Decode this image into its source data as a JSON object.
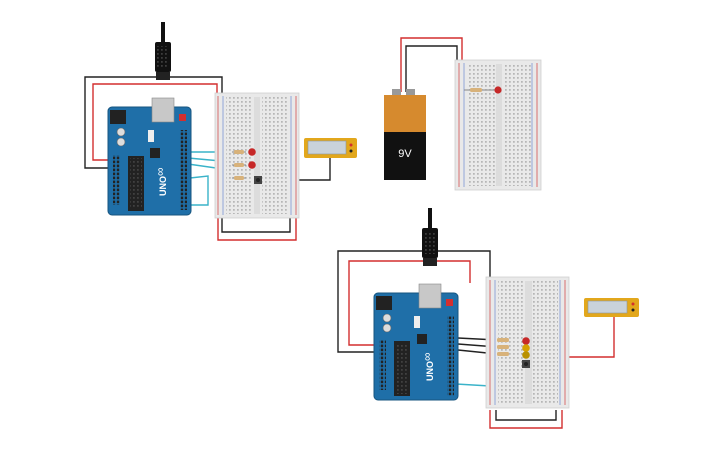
{
  "colors": {
    "arduino_board": "#1f6fa8",
    "arduino_dark": "#17557f",
    "breadboard": "#e9e9e9",
    "breadboard_rail_red": "#d23a3a",
    "breadboard_rail_blue": "#3a62c8",
    "wire_red": "#d32f2f",
    "wire_black": "#222222",
    "wire_teal": "#3ab3c9",
    "led_red": "#c62828",
    "led_yellow": "#d6a000",
    "battery_top": "#d68a2e",
    "battery_body": "#111111",
    "lcd_frame": "#e2a71c",
    "lcd_screen": "#c9d2da",
    "usb_cable": "#111111"
  },
  "icons": {
    "arduino_logo": "infinity-icon",
    "usb_plug": "usb-plug-icon"
  },
  "circuits": [
    {
      "id": "circuit-1",
      "arduino": {
        "brand": "UNO",
        "logo_text": "∞"
      },
      "components": [
        "breadboard",
        "led-red",
        "led-red",
        "resistor",
        "resistor",
        "pushbutton",
        "lcd-display"
      ]
    },
    {
      "id": "circuit-2",
      "battery": {
        "label": "9V"
      },
      "components": [
        "breadboard",
        "resistor",
        "led-red"
      ]
    },
    {
      "id": "circuit-3",
      "arduino": {
        "brand": "UNO",
        "logo_text": "∞"
      },
      "components": [
        "breadboard",
        "led-red",
        "led-yellow",
        "led-yellow",
        "resistor",
        "resistor",
        "resistor",
        "pushbutton",
        "lcd-display"
      ]
    }
  ]
}
